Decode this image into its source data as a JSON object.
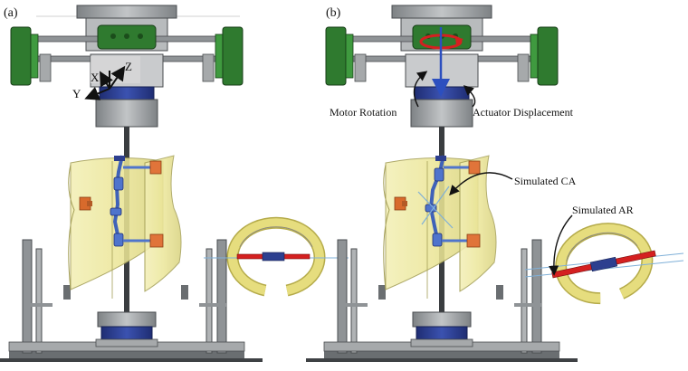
{
  "panels": [
    {
      "label": "(a)",
      "axes": {
        "x": "X",
        "y": "Y",
        "z": "Z"
      }
    },
    {
      "label": "(b)",
      "annotations": {
        "motor_rotation": "Motor Rotation",
        "actuator_displacement": "Actuator Displacement",
        "simulated_ca": "Simulated CA",
        "simulated_ar": "Simulated AR"
      }
    }
  ],
  "colors": {
    "frame_gray": "#8f9396",
    "frame_dark": "#4a4d50",
    "motor_green": "#2f7a2f",
    "actuator_blue": "#2d3f8f",
    "torso_yellow": "#ece79a",
    "brace_pad_orange": "#e0743a",
    "rod_blue": "#3f62b8",
    "arrow_red": "#d42020",
    "arrow_blue": "#2c4fbf",
    "brace_ring": "#e6dd7e"
  }
}
